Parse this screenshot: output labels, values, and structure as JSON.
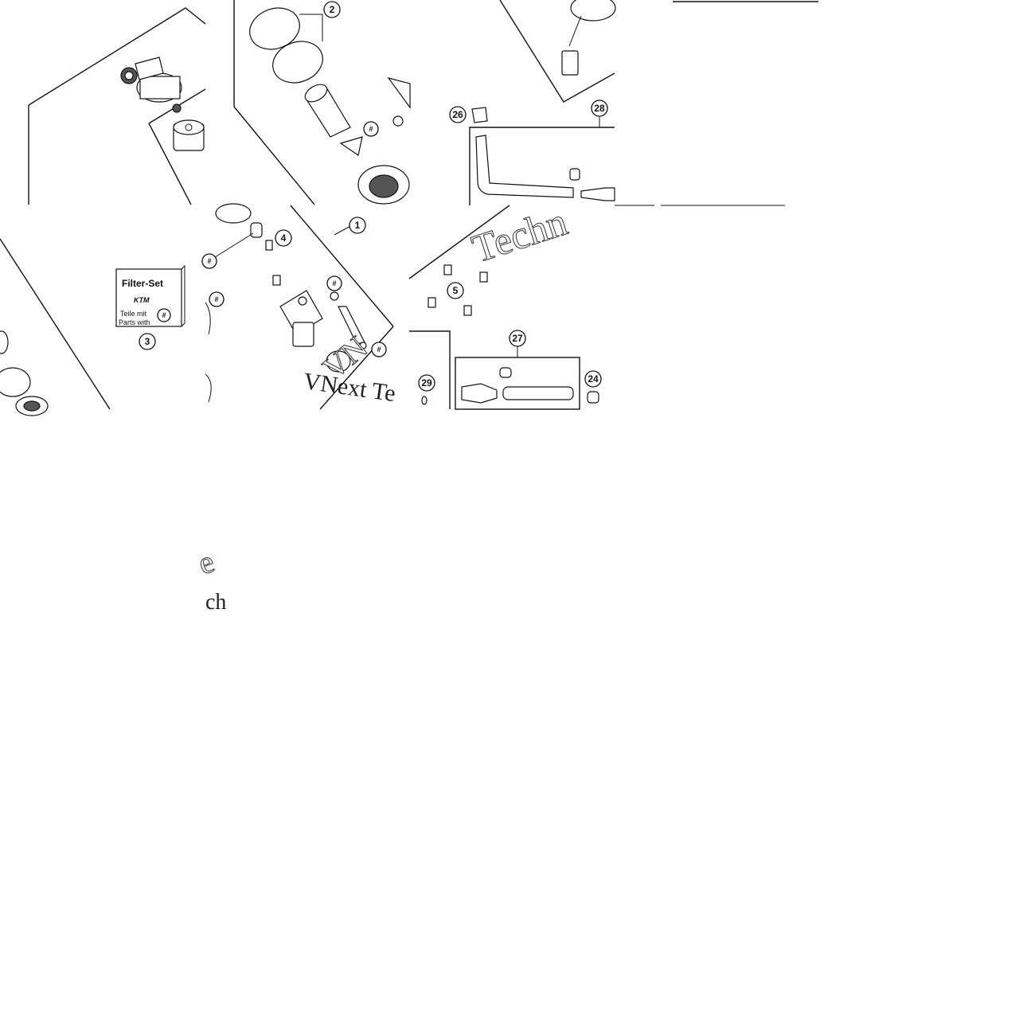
{
  "callouts": [
    "1",
    "2",
    "3",
    "4",
    "5",
    "24",
    "26",
    "27",
    "28",
    "29"
  ],
  "hash_symbol": "#",
  "filter_set": {
    "title": "Filter-Set",
    "brand": "KTM",
    "line1": "Teile mit",
    "line2": "Parts with"
  },
  "watermarks": {
    "w1": "Techn",
    "w2": "VNext Te",
    "w3": "VN",
    "w4": "e",
    "w5": "ch"
  }
}
